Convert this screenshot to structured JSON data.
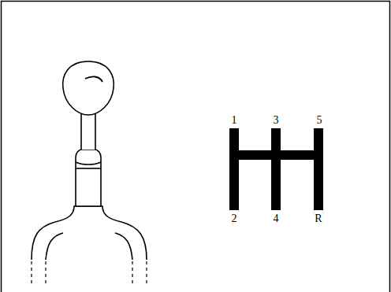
{
  "diagram": {
    "labels": [
      "1",
      "3",
      "5",
      "2",
      "4",
      "R"
    ]
  }
}
